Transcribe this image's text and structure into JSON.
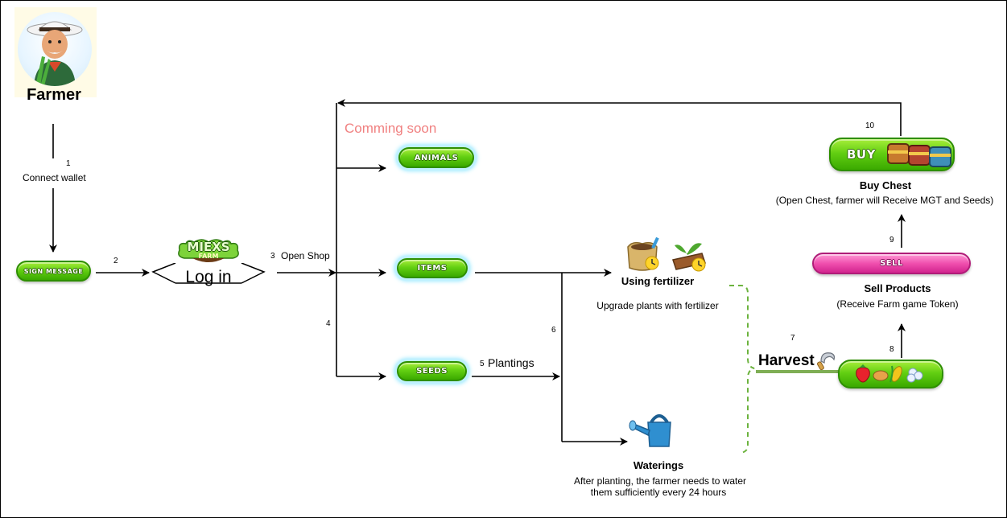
{
  "actor": {
    "label": "Farmer",
    "avatar_icon": "farmer-avatar-icon"
  },
  "steps": {
    "s1": {
      "num": "1",
      "label": "Connect wallet"
    },
    "s2": {
      "num": "2"
    },
    "s3": {
      "num": "3",
      "label": "Open Shop"
    },
    "s4": {
      "num": "4"
    },
    "s5": {
      "num": "5",
      "label": "Plantings"
    },
    "s6": {
      "num": "6"
    },
    "s7": {
      "num": "7"
    },
    "s8": {
      "num": "8"
    },
    "s9": {
      "num": "9"
    },
    "s10": {
      "num": "10"
    }
  },
  "buttons": {
    "sign_message": "SIGN MESSAGE",
    "animals": "ANIMALS",
    "items": "ITEMS",
    "seeds": "SEEDS",
    "sell": "SELL",
    "buy": "BUY"
  },
  "login": {
    "logo_line1": "MIEXS",
    "logo_line2": "FARM",
    "label": "Log in"
  },
  "coming_soon": "Comming soon",
  "fertilizer": {
    "title": "Using fertilizer",
    "desc": "Upgrade plants with fertilizer"
  },
  "waterings": {
    "title": "Waterings",
    "desc_line1": "After planting, the farmer needs to water",
    "desc_line2": "them sufficiently every 24 hours"
  },
  "harvest": {
    "label": "Harvest",
    "icon": "sickle-icon"
  },
  "sell_products": {
    "title": "Sell Products",
    "desc": "(Receive Farm game Token)"
  },
  "buy_chest": {
    "title": "Buy Chest",
    "desc": "(Open Chest, farmer will Receive MGT and Seeds)"
  },
  "colors": {
    "accent_green": "#5ccf10",
    "pink": "#f04fae",
    "coming_soon": "#f08080",
    "dashed_green": "#6cb33e"
  }
}
